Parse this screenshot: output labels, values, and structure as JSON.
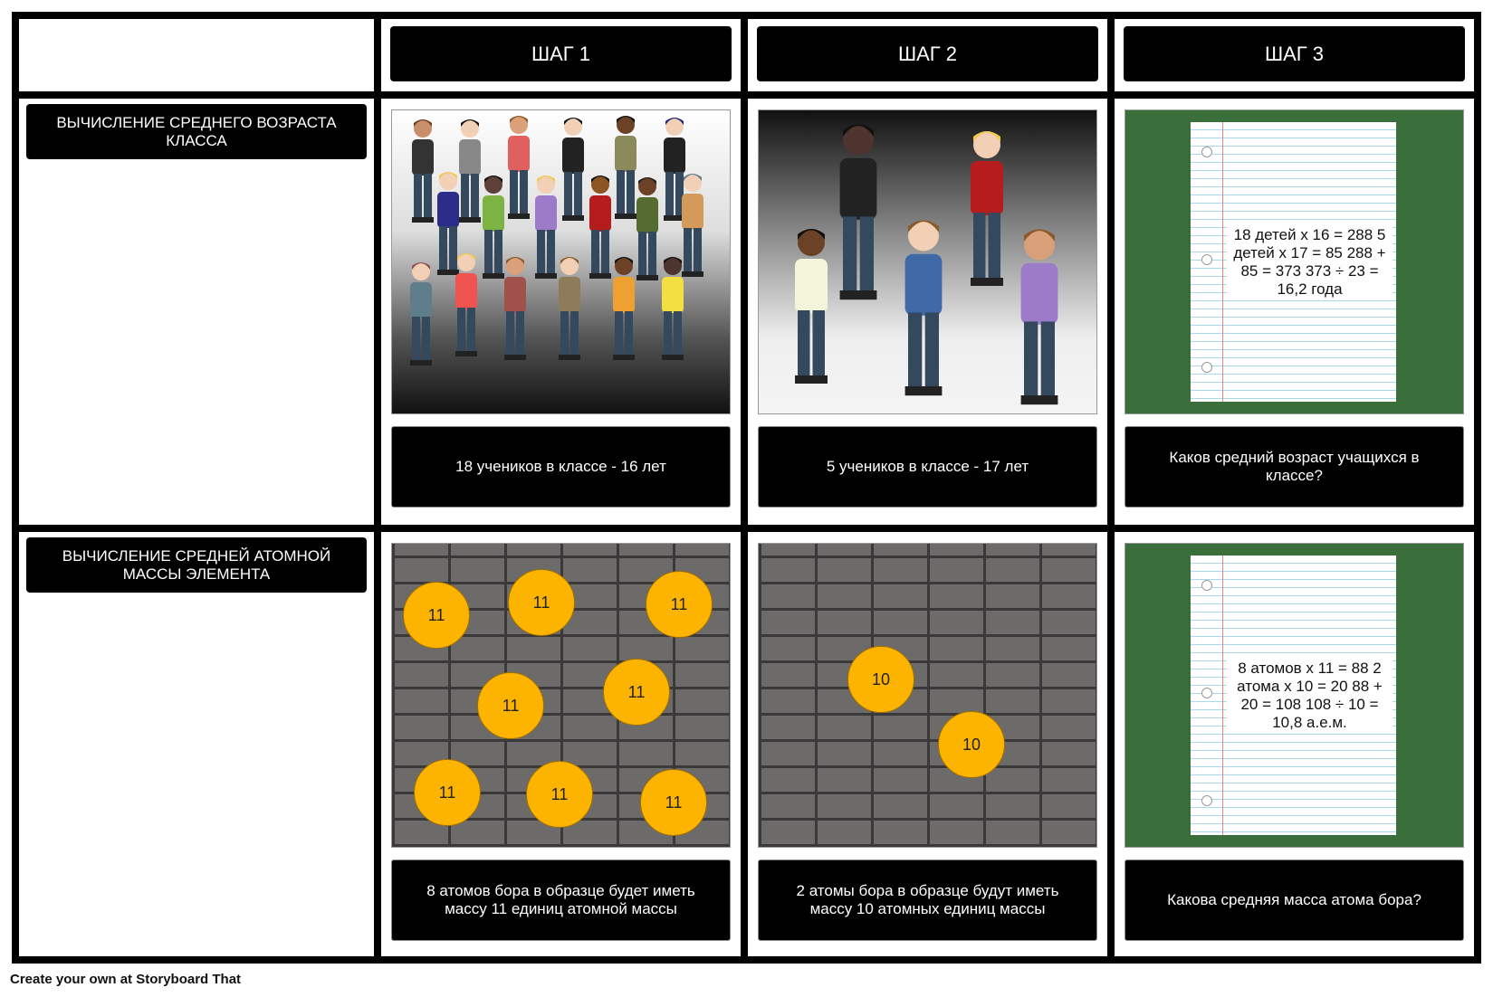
{
  "steps": [
    "ШАГ 1",
    "ШАГ 2",
    "ШАГ 3"
  ],
  "rows": [
    {
      "label": "ВЫЧИСЛЕНИЕ СРЕДНЕГО ВОЗРАСТА КЛАССА",
      "captions": [
        "18 учеников в классе - 16 лет",
        "5 учеников в классе - 17 лет",
        "Каков средний возраст учащихся в классе?"
      ],
      "notebook": "18 детей x 16 = 288 5 детей x 17 = 85 288 + 85 = 373 373 ÷ 23 = 16,2 года"
    },
    {
      "label": "ВЫЧИСЛЕНИЕ СРЕДНЕЙ АТОМНОЙ МАССЫ ЭЛЕМЕНТА",
      "captions": [
        "8 атомов бора в образце будет иметь массу 11 единиц атомной массы",
        "2 атомы бора в образце будут иметь массу 10 атомных единиц массы",
        "Какова средняя масса атома бора?"
      ],
      "notebook": "8 атомов x 11 = 88 2 атома x 10 = 20 88 + 20 = 108 108 ÷ 10 = 10,8 а.е.м."
    }
  ],
  "coins_step1": [
    "11",
    "11",
    "11",
    "11",
    "11",
    "11",
    "11",
    "11"
  ],
  "coins_step2": [
    "10",
    "10"
  ],
  "footer": "Create your own at Storyboard That"
}
